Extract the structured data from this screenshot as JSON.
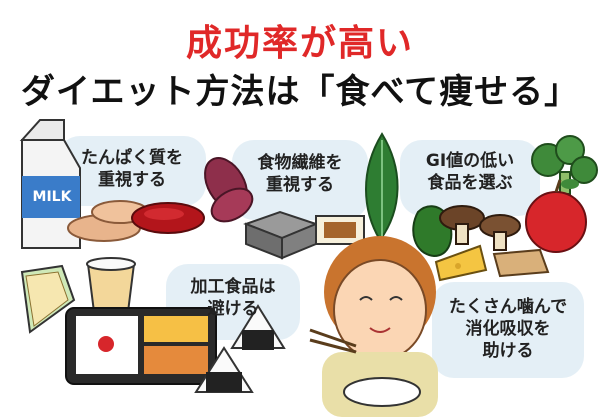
{
  "title": {
    "line1": "成功率が高い",
    "line2": "ダイエット方法は「食べて痩せる」"
  },
  "tips": {
    "protein": {
      "line1": "たんぱく質を",
      "line2": "重視する"
    },
    "fiber": {
      "line1": "食物繊維を",
      "line2": "重視する"
    },
    "gi": {
      "line1": "GI値の低い",
      "line2": "食品を選ぶ"
    },
    "processed": {
      "line1": "加工食品は",
      "line2": "避ける"
    },
    "chew": {
      "line1": "たくさん噛んで",
      "line2": "消化吸収を",
      "line3": "助ける"
    }
  },
  "milk_carton_text": "MILK",
  "colors": {
    "title_red": "#e02828",
    "bubble": "#e4eff6"
  }
}
